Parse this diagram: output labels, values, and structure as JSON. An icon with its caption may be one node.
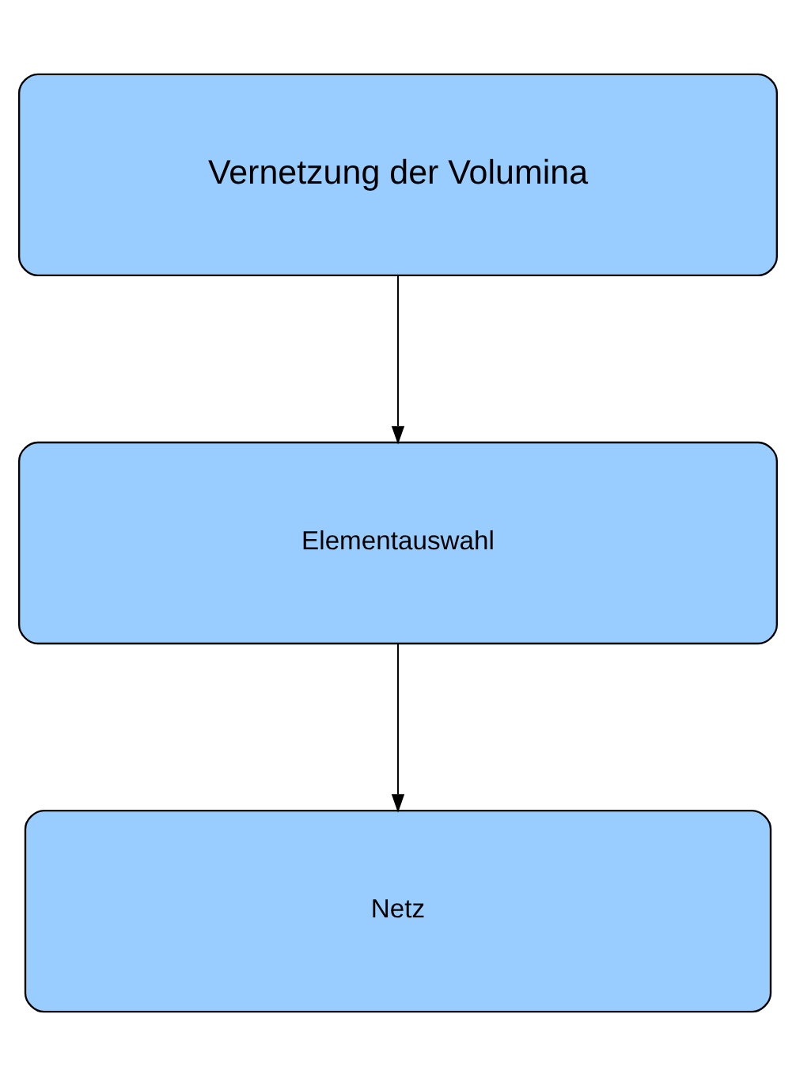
{
  "diagram": {
    "nodes": [
      {
        "text": [
          "Vernetzung der Volumina"
        ]
      },
      {
        "text": [
          "Elementauswahl"
        ]
      },
      {
        "text": [
          "Netz"
        ]
      }
    ],
    "edges": [
      {
        "from": 0,
        "to": 1,
        "arrow": "to"
      },
      {
        "from": 1,
        "to": 2,
        "arrow": "to"
      }
    ]
  }
}
